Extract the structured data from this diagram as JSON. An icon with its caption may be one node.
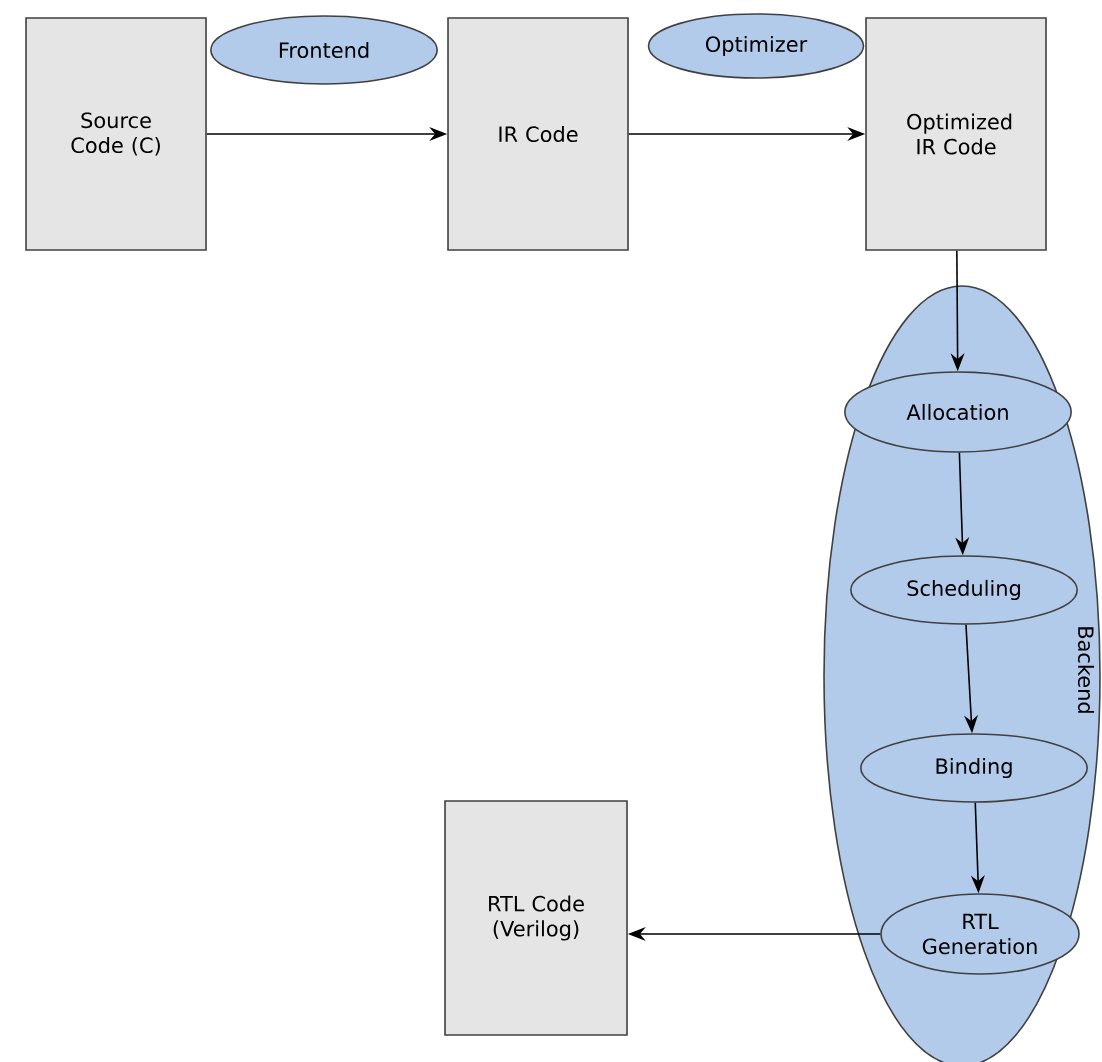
{
  "diagram": {
    "nodes": [
      {
        "text": [
          "Source Code (C)"
        ]
      },
      {
        "text": [
          "Frontend"
        ]
      },
      {
        "text": [
          "IR Code"
        ]
      },
      {
        "text": [
          "Optimizer"
        ]
      },
      {
        "text": [
          "Optimized IR Code"
        ]
      },
      {
        "text": [
          "Backend"
        ]
      },
      {
        "text": [
          "Allocation"
        ],
        "in": 5
      },
      {
        "text": [
          "Scheduling"
        ],
        "in": 5
      },
      {
        "text": [
          "Binding"
        ],
        "in": 5
      },
      {
        "text": [
          "RTL Generation"
        ],
        "in": 5
      },
      {
        "text": [
          "RTL Code (Verilog)"
        ]
      }
    ],
    "edges": [
      {
        "from": 0,
        "to": 2,
        "arrow": "to"
      },
      {
        "from": 2,
        "to": 4,
        "arrow": "to"
      },
      {
        "from": 4,
        "to": 6,
        "arrow": "to"
      },
      {
        "from": 6,
        "to": 7,
        "arrow": "to"
      },
      {
        "from": 7,
        "to": 8,
        "arrow": "to"
      },
      {
        "from": 8,
        "to": 9,
        "arrow": "to"
      },
      {
        "from": 9,
        "to": 10,
        "arrow": "to"
      }
    ]
  }
}
